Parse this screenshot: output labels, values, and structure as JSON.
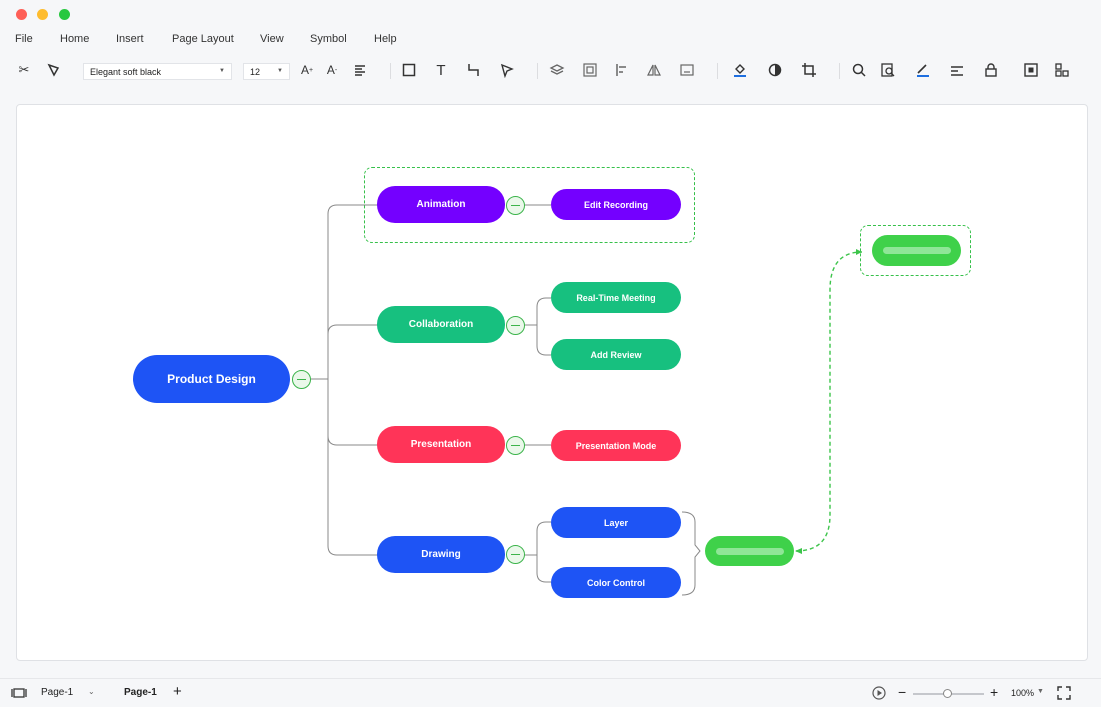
{
  "menu": [
    "File",
    "Home",
    "Insert",
    "Page Layout",
    "View",
    "Symbol",
    "Help"
  ],
  "toolbar": {
    "font_name": "Elegant soft black",
    "font_size": "12",
    "icons": [
      "cut-icon",
      "format-painter-icon",
      "font-increase-icon",
      "font-decrease-icon",
      "align-icon",
      "rectangle-icon",
      "text-icon",
      "connector-icon",
      "pointer-icon",
      "layers-icon",
      "group-icon",
      "align-left-icon",
      "flip-icon",
      "frame-icon",
      "fill-icon",
      "shape-style-icon",
      "crop-icon",
      "search-icon",
      "find-replace-icon",
      "line-color-icon",
      "line-style-icon",
      "lock-icon",
      "fit-page-icon",
      "more-icon"
    ]
  },
  "mindmap": {
    "root": "Product Design",
    "branches": [
      {
        "label": "Animation",
        "color": "#7400ff",
        "children": [
          "Edit Recording"
        ]
      },
      {
        "label": "Collaboration",
        "color": "#17c07f",
        "children": [
          "Real-Time Meeting",
          "Add Review"
        ]
      },
      {
        "label": "Presentation",
        "color": "#ff3458",
        "children": [
          "Presentation Mode"
        ]
      },
      {
        "label": "Drawing",
        "color": "#1e54f5",
        "children": [
          "Layer",
          "Color Control"
        ]
      }
    ],
    "root_color": "#1e54f5",
    "summary_color": "#3fd14a"
  },
  "footer": {
    "page_select": "Page-1",
    "page_tab": "Page-1",
    "add_page": "+",
    "zoom": "100%"
  }
}
